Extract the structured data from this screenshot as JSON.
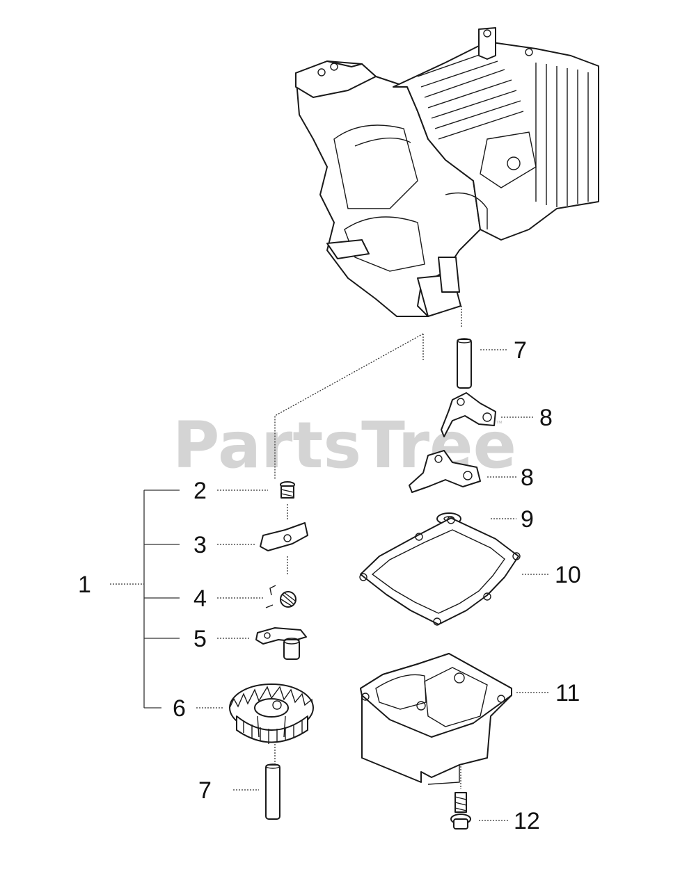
{
  "watermark": {
    "text": "PartsTree",
    "mark": "™"
  },
  "callouts": [
    {
      "id": "1",
      "label": "1"
    },
    {
      "id": "2",
      "label": "2"
    },
    {
      "id": "3",
      "label": "3"
    },
    {
      "id": "4",
      "label": "4"
    },
    {
      "id": "5",
      "label": "5"
    },
    {
      "id": "6",
      "label": "6"
    },
    {
      "id": "7a",
      "label": "7"
    },
    {
      "id": "7b",
      "label": "7"
    },
    {
      "id": "8a",
      "label": "8"
    },
    {
      "id": "8b",
      "label": "8"
    },
    {
      "id": "9",
      "label": "9"
    },
    {
      "id": "10",
      "label": "10"
    },
    {
      "id": "11",
      "label": "11"
    },
    {
      "id": "12",
      "label": "12"
    }
  ],
  "parts": [
    "engine-crankcase",
    "governor-bolt",
    "governor-plate",
    "governor-spring",
    "governor-arm",
    "governor-gear",
    "pin",
    "rocker-arm",
    "washer",
    "gasket",
    "oil-pan",
    "screw"
  ],
  "colors": {
    "line": "#1a1a1a",
    "watermark": "#d4d4d4",
    "background": "#ffffff"
  }
}
